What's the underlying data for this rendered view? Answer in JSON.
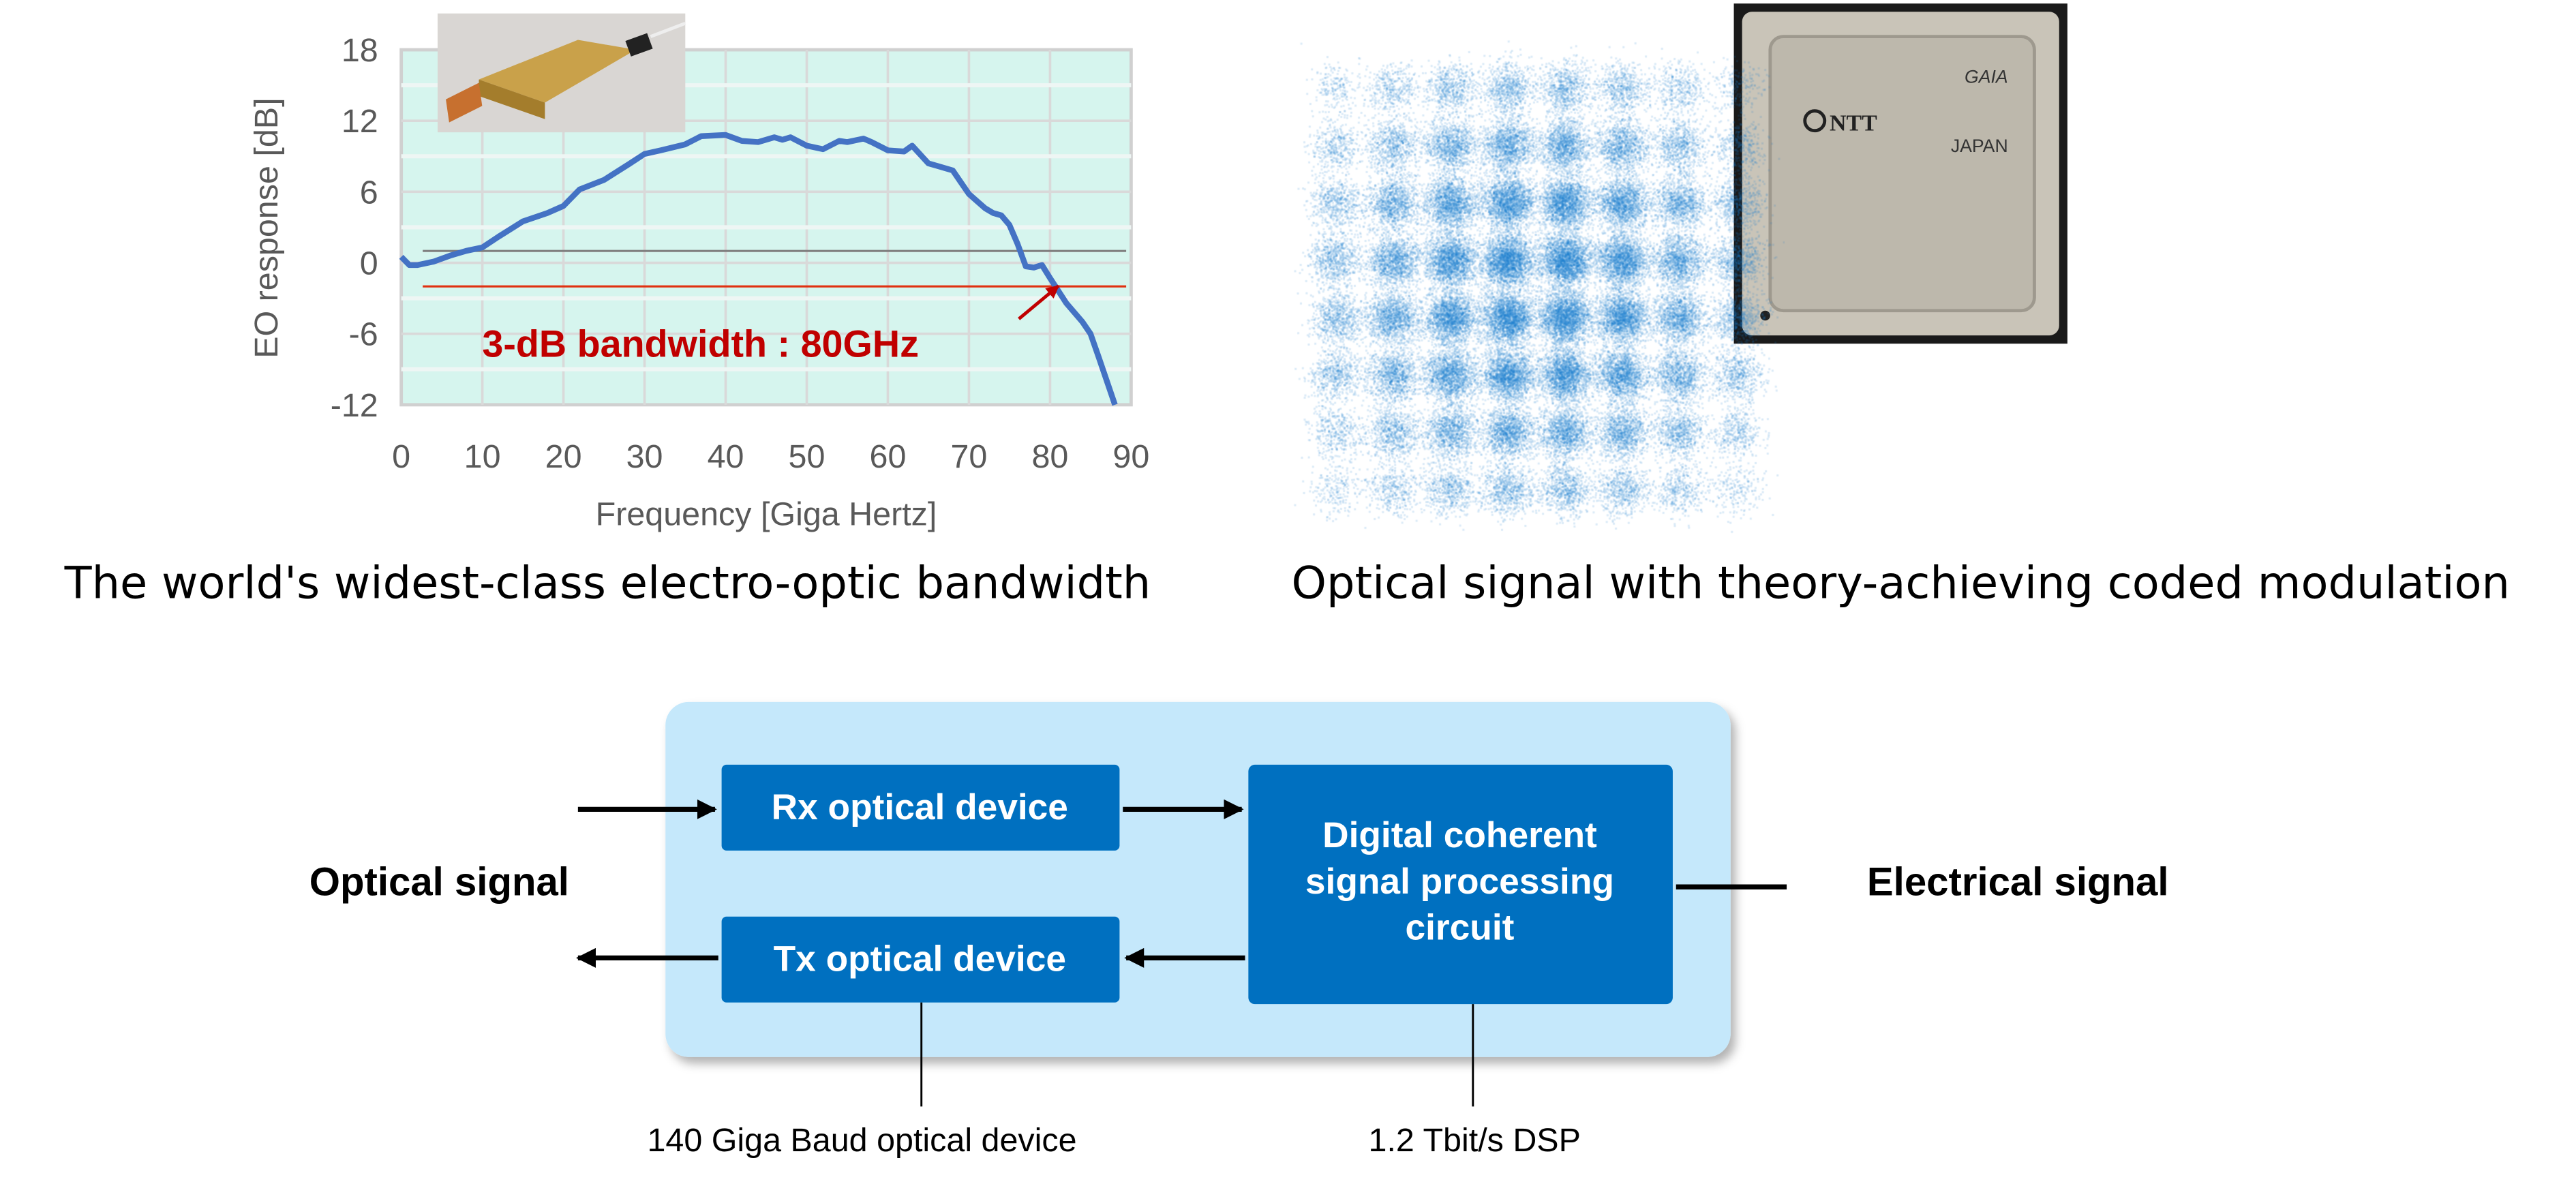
{
  "chart_data": {
    "type": "line",
    "xlabel": "Frequency [Giga Hertz]",
    "ylabel": "EO response [dB]",
    "xlim": [
      0,
      90
    ],
    "ylim": [
      -12,
      18
    ],
    "x_ticks": [
      "0",
      "10",
      "20",
      "30",
      "40",
      "50",
      "60",
      "70",
      "80",
      "90"
    ],
    "y_ticks": [
      "18",
      "12",
      "6",
      "0",
      "-6",
      "-12"
    ],
    "grid": true,
    "series": [
      {
        "name": "EO response",
        "color": "#4472c4",
        "x": [
          0,
          1,
          2,
          4,
          6,
          8,
          10,
          12,
          15,
          18,
          20,
          22,
          25,
          28,
          30,
          32,
          35,
          37,
          40,
          42,
          44,
          46,
          47,
          48,
          50,
          52,
          54,
          55,
          57,
          58,
          60,
          62,
          63,
          65,
          66,
          68,
          69,
          70,
          71,
          72,
          73,
          74,
          75,
          76,
          77,
          78,
          79,
          80,
          82,
          84,
          85,
          86,
          88
        ],
        "y": [
          0.5,
          -0.2,
          -0.2,
          0.1,
          0.6,
          1.0,
          1.3,
          2.2,
          3.5,
          4.2,
          4.8,
          6.2,
          7.0,
          8.3,
          9.2,
          9.5,
          10.0,
          10.7,
          10.8,
          10.3,
          10.2,
          10.6,
          10.4,
          10.6,
          9.9,
          9.6,
          10.3,
          10.2,
          10.5,
          10.2,
          9.5,
          9.4,
          9.9,
          8.4,
          8.2,
          7.8,
          6.8,
          5.8,
          5.2,
          4.6,
          4.2,
          4.0,
          3.2,
          1.6,
          -0.3,
          -0.4,
          -0.2,
          -1.3,
          -3.4,
          -5.0,
          -6.0,
          -8.0,
          -12.0
        ]
      }
    ],
    "reference_lines": [
      {
        "value": 1,
        "color": "#808080"
      },
      {
        "value": -2,
        "color": "#e03010"
      }
    ],
    "annotation": "3-dB bandwidth : 80GHz",
    "annotation_color": "#c00000"
  },
  "captions": {
    "left": "The world's widest-class electro-optic bandwidth",
    "right": "Optical signal with theory-achieving coded modulation"
  },
  "chip_photo": {
    "brand": "NTT",
    "line1": "GAIA",
    "line2": "JAPAN"
  },
  "constellation": {
    "grid": 8,
    "color": "#1a7ad0"
  },
  "diagram": {
    "left_label": "Optical signal",
    "right_label": "Electrical signal",
    "rx": "Rx optical device",
    "tx": "Tx optical device",
    "dsp_lines": [
      "Digital coherent",
      "signal processing",
      "circuit"
    ],
    "optical_note": "140 Giga Baud optical device",
    "dsp_note": "1.2 Tbit/s DSP",
    "colors": {
      "panel": "#c5e8fb",
      "block": "#0070c0",
      "block_text": "#ffffff"
    }
  }
}
